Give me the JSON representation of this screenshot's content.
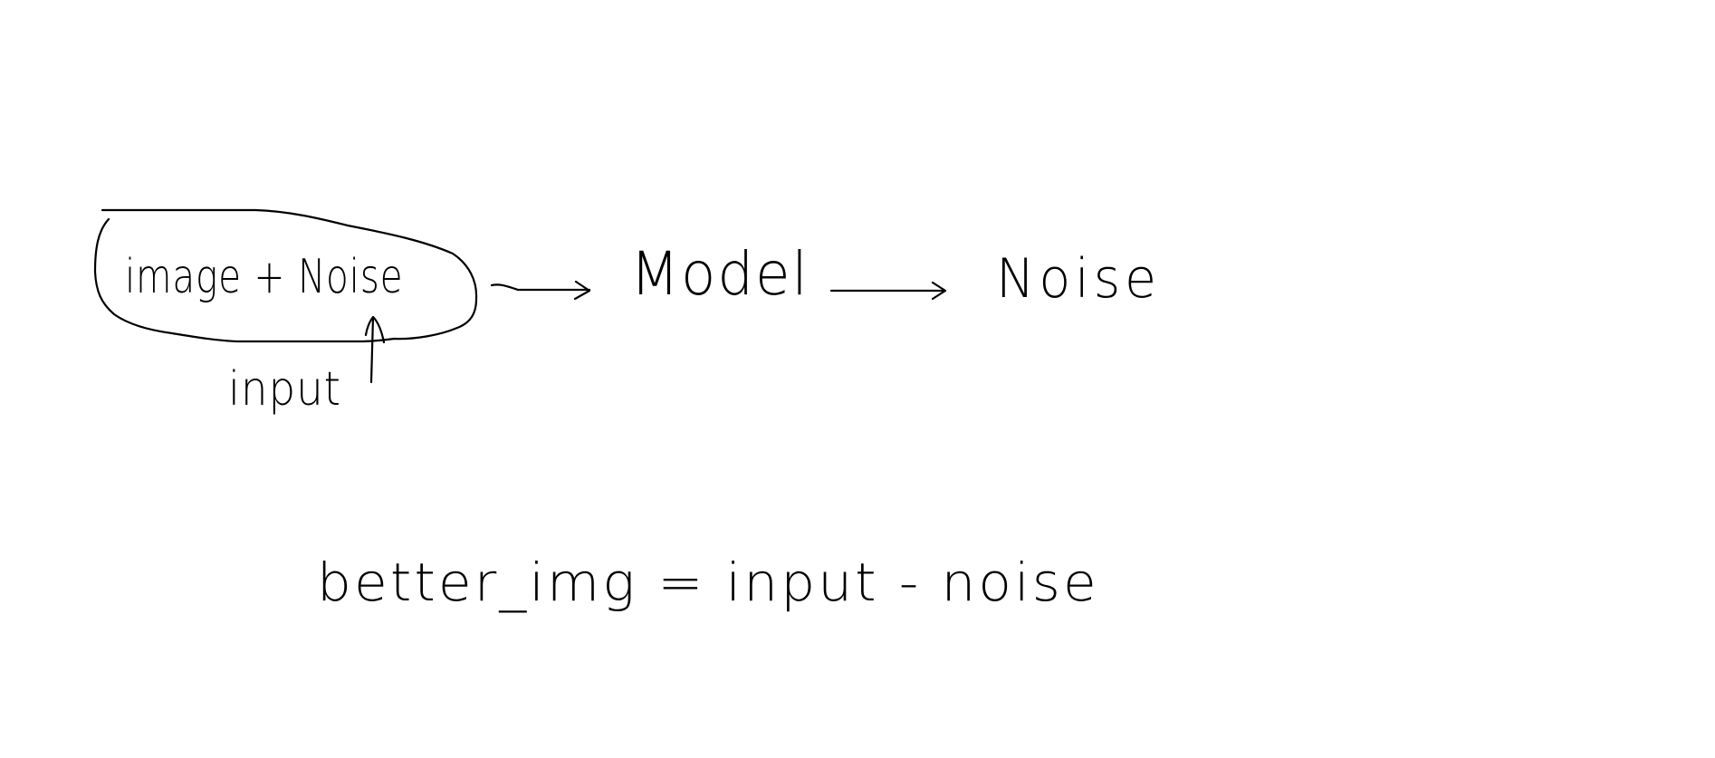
{
  "diagram": {
    "input_node_label": "image + Noise",
    "model_label": "Model",
    "output_label": "Noise",
    "input_annotation": "input",
    "equation": "better_img = input - noise"
  },
  "style": {
    "ink_color": "#000000",
    "background": "#ffffff"
  },
  "icons": {
    "arrow_input_to_model": "right-arrow",
    "arrow_model_to_noise": "right-arrow",
    "arrow_annotation": "up-arrow"
  }
}
